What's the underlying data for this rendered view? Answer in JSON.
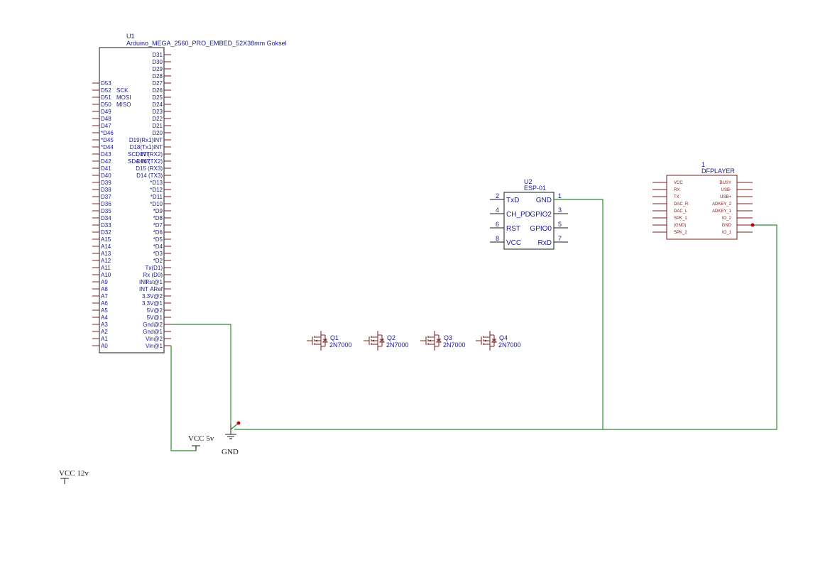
{
  "arduino": {
    "ref": "U1",
    "value": "Arduino_MEGA_2560_PRO_EMBED_52X38mm Goksel",
    "right_pins": [
      "D31",
      "D30",
      "D29",
      "D28",
      "D27",
      "D26",
      "D25",
      "D24",
      "D23",
      "D22",
      "D21",
      "D20",
      "D19(Rx1)INT",
      "D18(Tx1)INT",
      "D17 (RX2)",
      "D16 (TX2)",
      "D15 (RX3)",
      "D14 (TX3)",
      "*D13",
      "*D12",
      "*D11",
      "*D10",
      "*D9",
      "*D8",
      "*D7",
      "*D6",
      "*D5",
      "*D4",
      "*D3",
      "*D2",
      "Tx(D1)",
      "Rx (D0)",
      "Rst@1",
      "ARef",
      "3.3V@2",
      "3.3V@1",
      "5V@2",
      "5V@1",
      "Gnd@2",
      "Gnd@1",
      "Vin@2",
      "Vin@1"
    ],
    "left_pins": [
      "D53",
      "D52",
      "D51",
      "D50",
      "D49",
      "D48",
      "D47",
      "*D46",
      "*D45",
      "*D44",
      "D43",
      "D42",
      "D41",
      "D40",
      "D39",
      "D38",
      "D37",
      "D36",
      "D35",
      "D34",
      "D33",
      "D32",
      "A15",
      "A14",
      "A13",
      "A12",
      "A11",
      "A10",
      "A9",
      "A8",
      "A7",
      "A6",
      "A5",
      "A4",
      "A3",
      "A2",
      "A1",
      "A0"
    ],
    "inner_notes": [
      {
        "row": 1,
        "text": "SCK"
      },
      {
        "row": 2,
        "text": "MOSI"
      },
      {
        "row": 3,
        "text": "MISO"
      },
      {
        "row": 10,
        "text": "SCL INT"
      },
      {
        "row": 11,
        "text": "SDA INT"
      },
      {
        "row": 28,
        "text": "INT"
      },
      {
        "row": 29,
        "text": "INT"
      }
    ]
  },
  "esp": {
    "ref": "U2",
    "value": "ESP-01",
    "left_pins": [
      {
        "num": "2",
        "name": "TxD"
      },
      {
        "num": "4",
        "name": "CH_PD"
      },
      {
        "num": "6",
        "name": "RST"
      },
      {
        "num": "8",
        "name": "VCC"
      }
    ],
    "right_pins": [
      {
        "num": "1",
        "name": "GND"
      },
      {
        "num": "3",
        "name": "GPIO2"
      },
      {
        "num": "5",
        "name": "GPIO0"
      },
      {
        "num": "7",
        "name": "RxD"
      }
    ]
  },
  "dfplayer": {
    "ref": "1",
    "value": "DFPLAYER",
    "left_pins": [
      "VCC",
      "RX",
      "TX",
      "DAC_R",
      "DAC_L",
      "SPK_1",
      "(GND)",
      "SPK_2"
    ],
    "right_pins": [
      "BUSY",
      "USB-",
      "USB+",
      "ADKEY_2",
      "ADKEY_1",
      "IO_2",
      "GND",
      "IO_1"
    ]
  },
  "transistors": [
    {
      "ref": "Q1",
      "value": "2N7000"
    },
    {
      "ref": "Q2",
      "value": "2N7000"
    },
    {
      "ref": "Q3",
      "value": "2N7000"
    },
    {
      "ref": "Q4",
      "value": "2N7000"
    }
  ],
  "power": {
    "vcc5": "VCC 5v",
    "gnd": "GND",
    "vcc12": "VCC 12v"
  }
}
